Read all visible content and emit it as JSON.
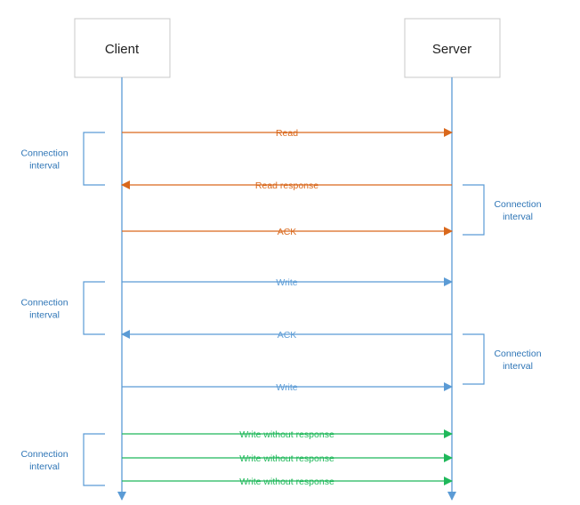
{
  "participants": {
    "client": "Client",
    "server": "Server"
  },
  "colors": {
    "lifeline": "#5b9bd5",
    "box_border": "#c8c8c8",
    "read": "#d9681c",
    "write": "#5b9bd5",
    "write_no_response": "#1fb85a",
    "bracket": "#5b9bd5",
    "interval_text": "#2e75b6"
  },
  "messages": [
    {
      "label": "Read",
      "direction": "right",
      "group": "read"
    },
    {
      "label": "Read response",
      "direction": "left",
      "group": "read"
    },
    {
      "label": "ACK",
      "direction": "right",
      "group": "read"
    },
    {
      "label": "Write",
      "direction": "right",
      "group": "write"
    },
    {
      "label": "ACK",
      "direction": "left",
      "group": "write"
    },
    {
      "label": "Write",
      "direction": "right",
      "group": "write"
    },
    {
      "label": "Write without response",
      "direction": "right",
      "group": "write_no_response"
    },
    {
      "label": "Write without response",
      "direction": "right",
      "group": "write_no_response"
    },
    {
      "label": "Write without response",
      "direction": "right",
      "group": "write_no_response"
    }
  ],
  "intervals": [
    {
      "side": "left",
      "label_line1": "Connection",
      "label_line2": "interval"
    },
    {
      "side": "right",
      "label_line1": "Connection",
      "label_line2": "interval"
    },
    {
      "side": "left",
      "label_line1": "Connection",
      "label_line2": "interval"
    },
    {
      "side": "right",
      "label_line1": "Connection",
      "label_line2": "interval"
    },
    {
      "side": "left",
      "label_line1": "Connection",
      "label_line2": "interval"
    }
  ]
}
